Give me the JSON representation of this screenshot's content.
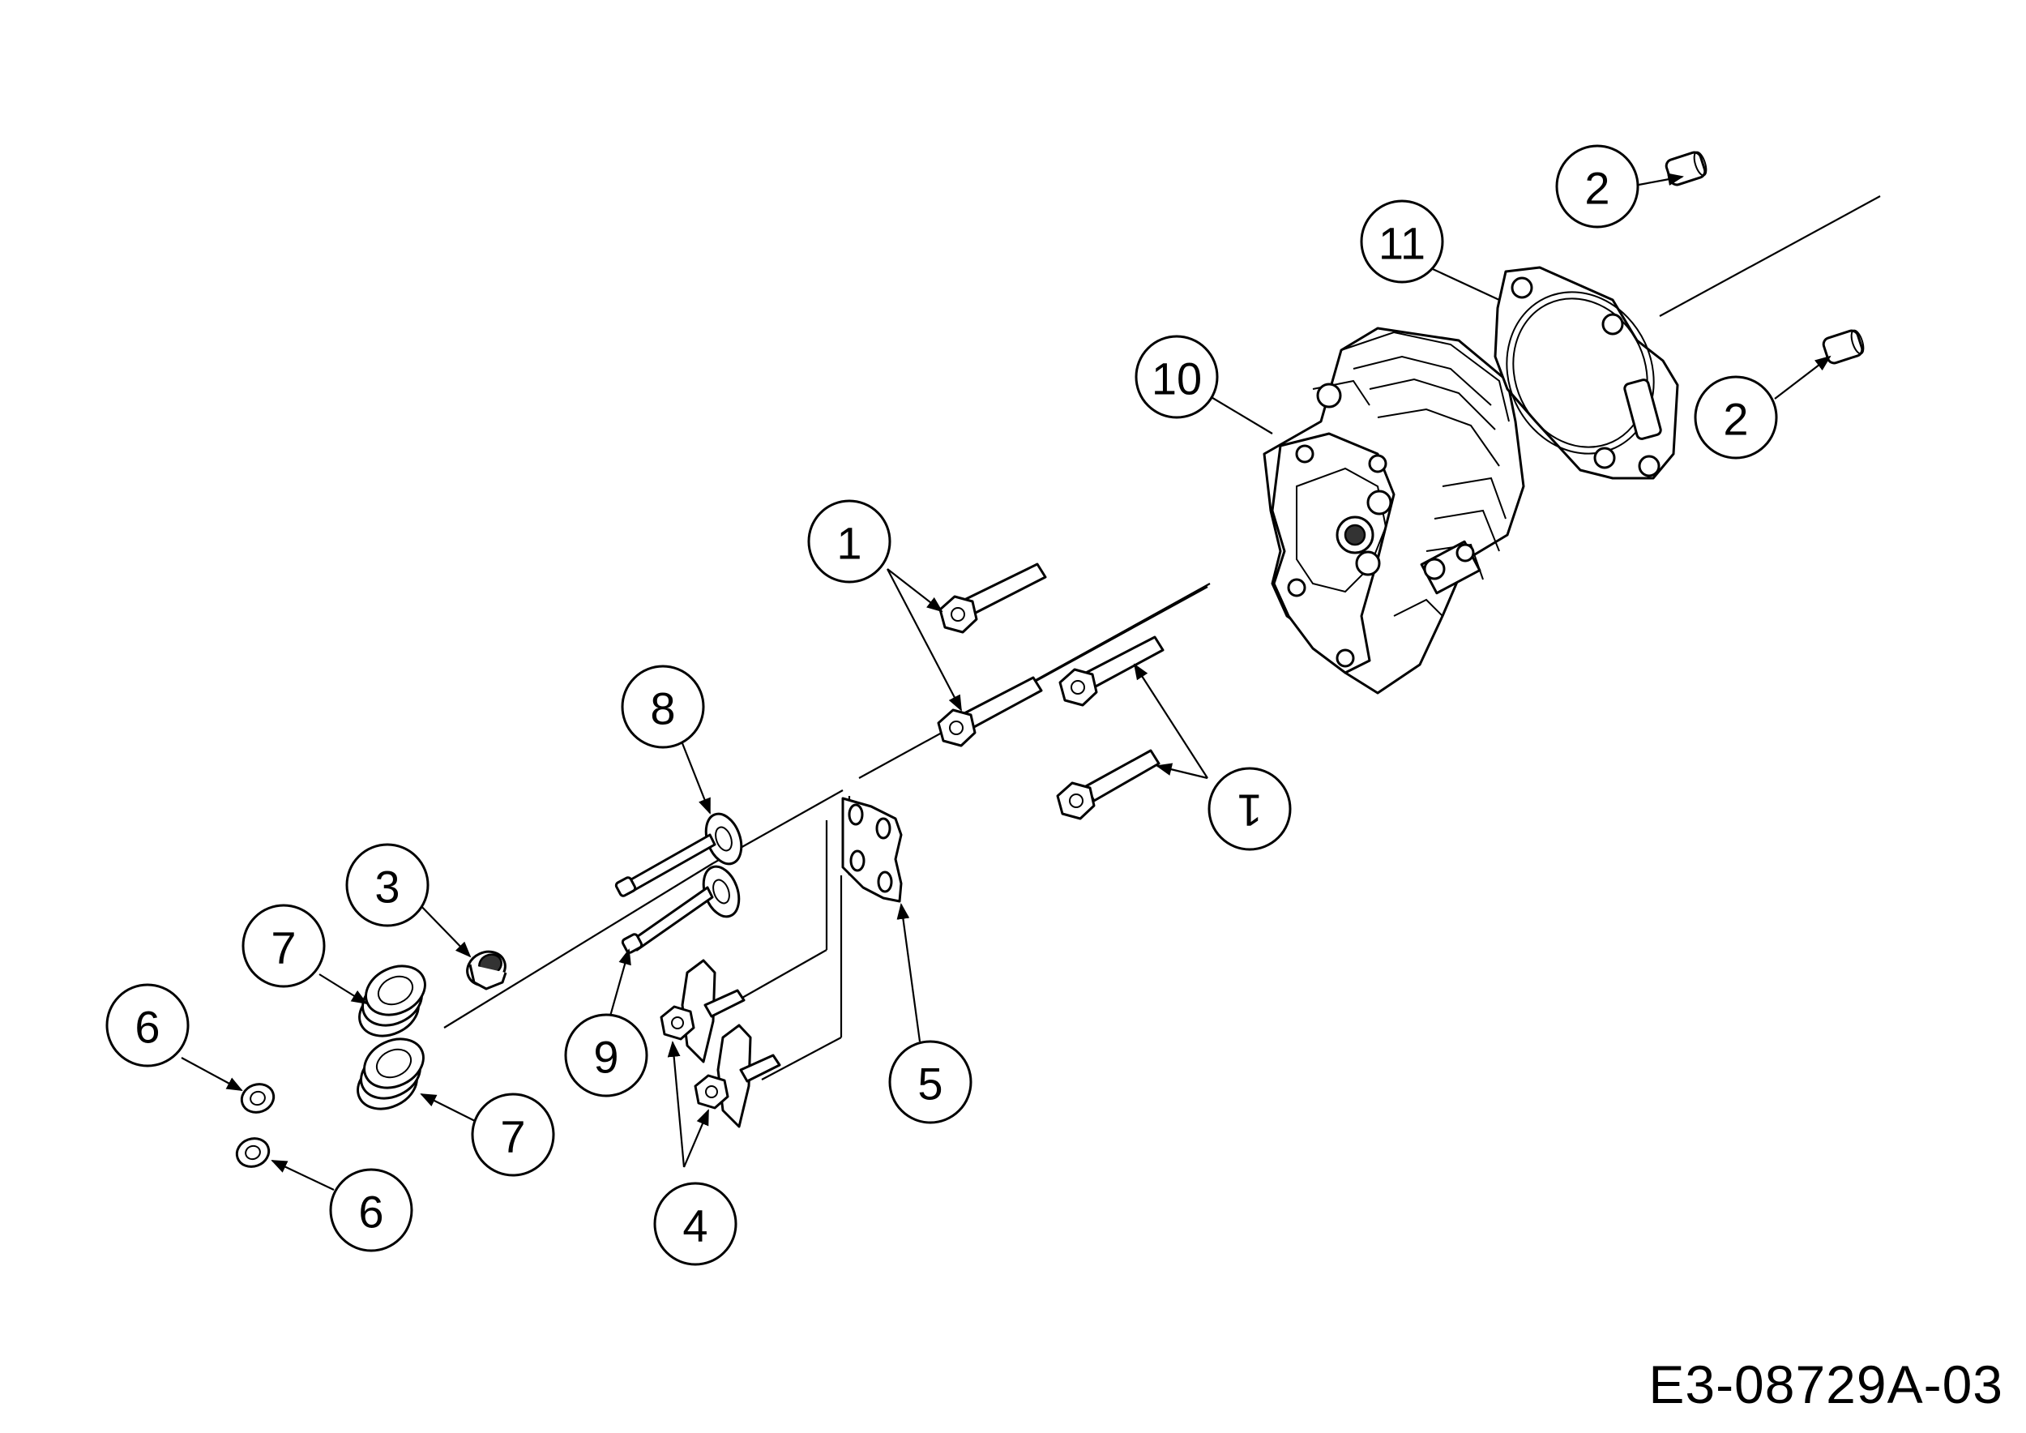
{
  "drawing_code": "E3-08729A-03",
  "callouts": [
    {
      "id": "c1a",
      "label": "1"
    },
    {
      "id": "c1b",
      "label": "1"
    },
    {
      "id": "c2a",
      "label": "2"
    },
    {
      "id": "c2b",
      "label": "2"
    },
    {
      "id": "c3",
      "label": "3"
    },
    {
      "id": "c4",
      "label": "4"
    },
    {
      "id": "c5",
      "label": "5"
    },
    {
      "id": "c6a",
      "label": "6"
    },
    {
      "id": "c6b",
      "label": "6"
    },
    {
      "id": "c7a",
      "label": "7"
    },
    {
      "id": "c7b",
      "label": "7"
    },
    {
      "id": "c8",
      "label": "8"
    },
    {
      "id": "c9",
      "label": "9"
    },
    {
      "id": "c10",
      "label": "10"
    },
    {
      "id": "c11",
      "label": "11"
    }
  ]
}
